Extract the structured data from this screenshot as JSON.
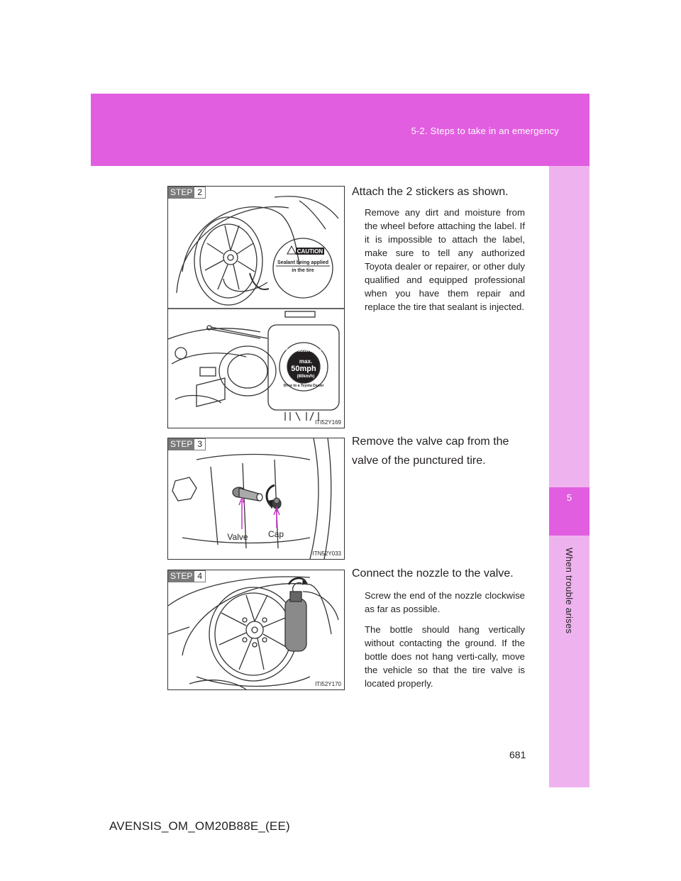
{
  "header": {
    "section_title": "5-2. Steps to take in an emergency"
  },
  "side_tab": {
    "number": "5",
    "label": "When trouble arises"
  },
  "steps": [
    {
      "step_word": "STEP",
      "step_number": "2",
      "figure_code": "ITI52Y169",
      "figure_labels": {
        "caution_title": "CAUTION",
        "caution_line1": "Sealant being applied",
        "caution_line2": "in the tire",
        "speed_top": "Strict observance",
        "speed_max": "max.",
        "speed_value": "50mph",
        "speed_kmh": "(80km/h)",
        "speed_bottom": "Drive to a Toyota Dealer"
      },
      "instruction": "Attach the 2 stickers as shown.",
      "notes": [
        "Remove any dirt and moisture from the wheel before attaching the label. If it is impossible to attach the label, make sure to tell any authorized Toyota dealer or repairer, or other duly qualified and equipped professional when you have them repair and replace the tire that sealant is injected."
      ]
    },
    {
      "step_word": "STEP",
      "step_number": "3",
      "figure_code": "ITN52Y033",
      "figure_labels": {
        "valve": "Valve",
        "cap": "Cap"
      },
      "instruction": "Remove the valve cap from the valve of the punctured tire.",
      "notes": []
    },
    {
      "step_word": "STEP",
      "step_number": "4",
      "figure_code": "ITI52Y170",
      "figure_labels": {},
      "instruction": "Connect the nozzle to the valve.",
      "notes": [
        "Screw the end of the nozzle clockwise as far as possible.",
        "The bottle should hang vertically without contacting the ground. If the bottle does not hang verti-cally, move the vehicle so that the tire valve is located properly."
      ]
    }
  ],
  "page_number": "681",
  "footer_code": "AVENSIS_OM_OM20B88E_(EE)",
  "colors": {
    "header": "#e25ee0",
    "side_tab": "#eeb3ef",
    "accent_arrow": "#c832c8"
  }
}
